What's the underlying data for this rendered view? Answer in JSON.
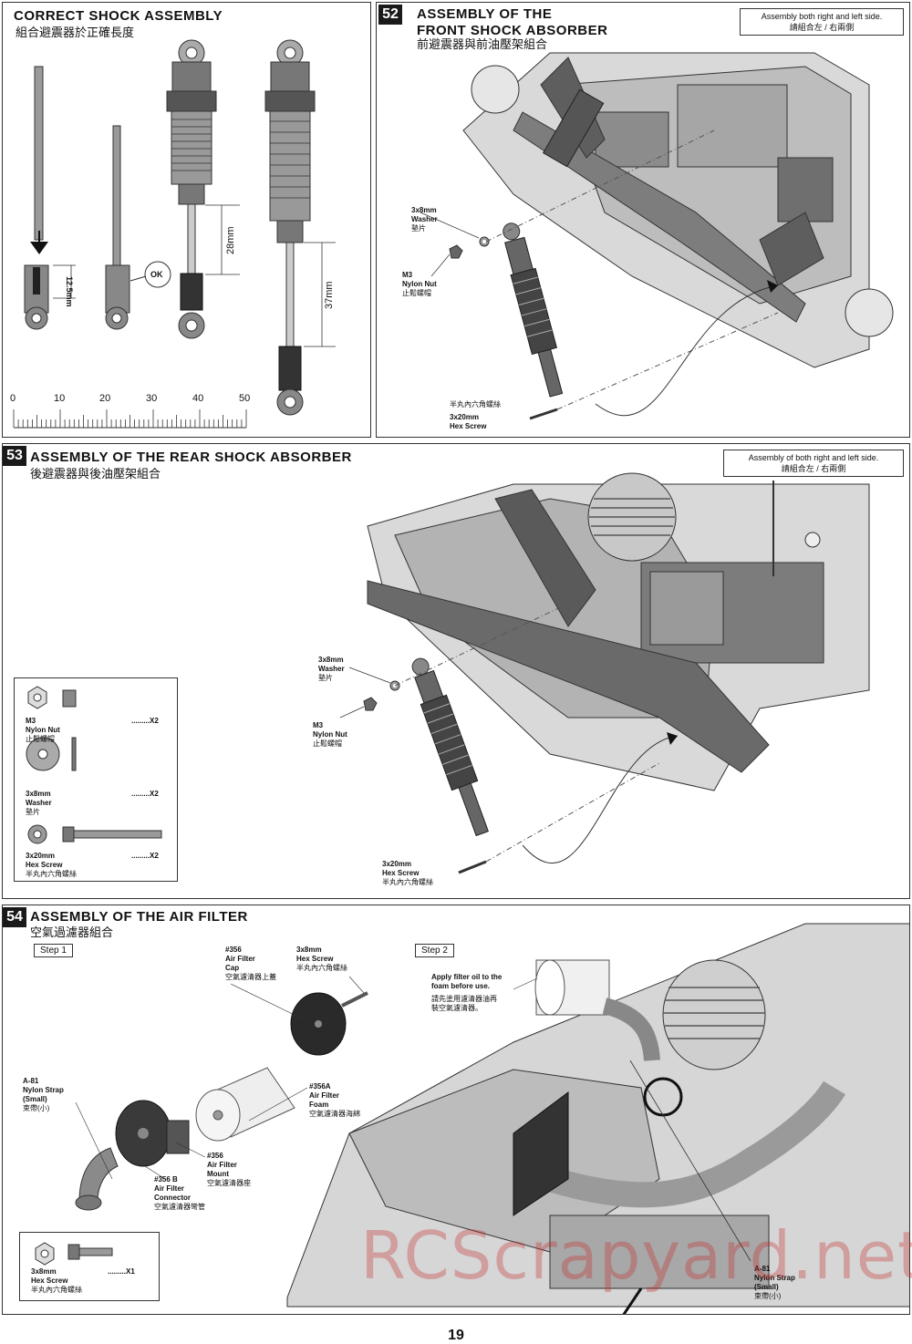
{
  "panels": {
    "correct": {
      "title": "CORRECT SHOCK ASSEMBLY",
      "subtitle": "組合避震器於正確長度",
      "dim_rod": "12.5mm",
      "ok": "OK",
      "dim_short": "28mm",
      "dim_long": "37mm",
      "ruler_labels": [
        "0",
        "10",
        "20",
        "30",
        "40",
        "50"
      ]
    },
    "step52": {
      "number": "52",
      "title_line1": "ASSEMBLY OF THE",
      "title_line2": "FRONT SHOCK ABSORBER",
      "subtitle": "前避震器與前油壓架組合",
      "note_en": "Assembly both right and left side.",
      "note_cn": "請組合左 / 右兩側",
      "washer_en1": "3x8mm",
      "washer_en2": "Washer",
      "washer_cn": "墊片",
      "nut_en1": "M3",
      "nut_en2": "Nylon Nut",
      "nut_cn": "止鬆螺帽",
      "screw_cn": "半丸內六角螺絲",
      "screw_en1": "3x20mm",
      "screw_en2": "Hex Screw"
    },
    "step53": {
      "number": "53",
      "title": "ASSEMBLY OF THE REAR SHOCK ABSORBER",
      "subtitle": "後避震器與後油壓架組合",
      "note_en": "Assembly of both right and left side.",
      "note_cn": "請組合左 / 右兩側",
      "washer_en1": "3x8mm",
      "washer_en2": "Washer",
      "washer_cn": "墊片",
      "nut_en1": "M3",
      "nut_en2": "Nylon Nut",
      "nut_cn": "止鬆螺帽",
      "screw_en1": "3x20mm",
      "screw_en2": "Hex Screw",
      "screw_cn": "半丸內六角螺絲",
      "parts": [
        {
          "en1": "M3",
          "en2": "Nylon Nut",
          "cn": "止鬆螺帽",
          "qty": "X2"
        },
        {
          "en1": "3x8mm",
          "en2": "Washer",
          "cn": "墊片",
          "qty": "X2"
        },
        {
          "en1": "3x20mm",
          "en2": "Hex Screw",
          "cn": "半丸內六角螺絲",
          "qty": "X2"
        }
      ]
    },
    "step54": {
      "number": "54",
      "title": "ASSEMBLY OF THE AIR FILTER",
      "subtitle": "空氣過濾器組合",
      "step1": "Step 1",
      "step2": "Step 2",
      "cap_en1": "#356",
      "cap_en2": "Air Filter",
      "cap_en3": "Cap",
      "cap_cn": "空氣濾清器上蓋",
      "screw_en1": "3x8mm",
      "screw_en2": "Hex Screw",
      "screw_cn": "半丸內六角螺絲",
      "foam_en1": "#356A",
      "foam_en2": "Air Filter",
      "foam_en3": "Foam",
      "foam_cn": "空氣濾清器海綿",
      "strap_en1": "A-81",
      "strap_en2": "Nylon Strap",
      "strap_en3": "(Small)",
      "strap_cn": "束帶(小)",
      "mount_en1": "#356",
      "mount_en2": "Air Filter",
      "mount_en3": "Mount",
      "mount_cn": "空氣濾清器座",
      "conn_en1": "#356 B",
      "conn_en2": "Air Filter",
      "conn_en3": "Connector",
      "conn_cn": "空氣濾清器彎管",
      "oil_en1": "Apply filter oil to the",
      "oil_en2": "foam before use.",
      "oil_cn1": "請先塗用濾清器油再",
      "oil_cn2": "裝空氣濾清器。",
      "strap2_en1": "A-81",
      "strap2_en2": "Nylon Strap",
      "strap2_en3": "(Small)",
      "strap2_cn": "束帶(小)",
      "part_en1": "3x8mm",
      "part_en2": "Hex Screw",
      "part_cn": "半丸內六角螺絲",
      "part_qty": "X1"
    }
  },
  "watermark": "RCScrapyard.net",
  "page_number": "19",
  "colors": {
    "outline": "#333333",
    "part_gray": "#8a8a8a",
    "part_dark": "#3a3a3a",
    "watermark": "#c82828"
  }
}
